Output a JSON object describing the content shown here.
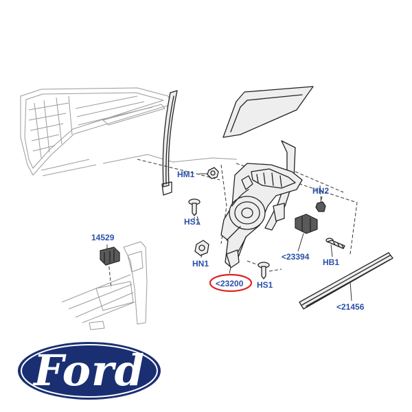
{
  "callouts": {
    "hm1": "HM1",
    "hs1_upper": "HS1",
    "hn2": "HN2",
    "part_14529": "14529",
    "hn1": "HN1",
    "part_23394": "<23394",
    "hb1": "HB1",
    "part_23200": "<23200",
    "hs1_lower": "HS1",
    "part_21456": "<21456"
  },
  "highlight": {
    "target": "<23200",
    "color": "#e02020"
  },
  "logo": {
    "text": "Ford",
    "oval_color": "#1a2f72",
    "text_color": "#ffffff"
  },
  "colors": {
    "callout_text": "#2a4fa8",
    "line_art": "#222222",
    "background": "#ffffff"
  }
}
